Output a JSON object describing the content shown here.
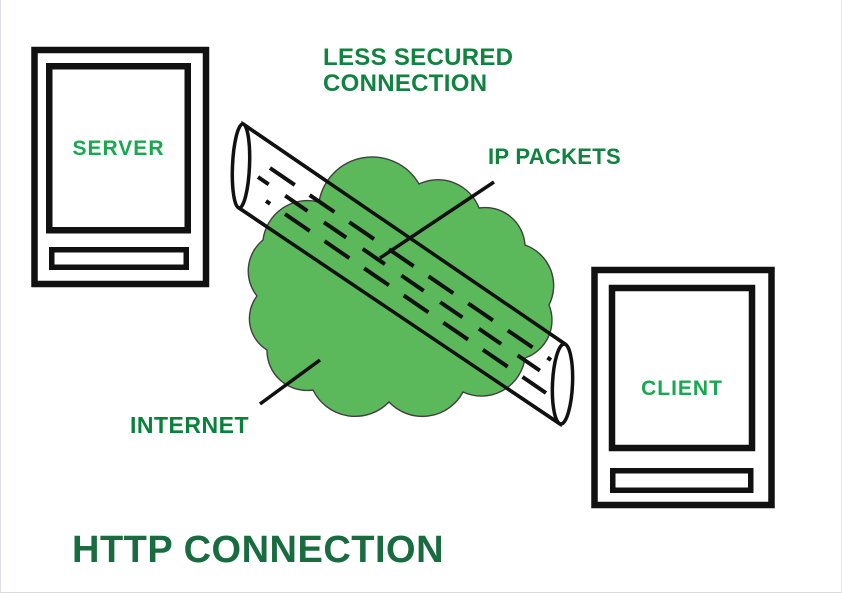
{
  "diagram": {
    "title": {
      "text": "HTTP CONNECTION",
      "color": "#186C3F"
    },
    "caption_less_secured": {
      "lines": [
        "LESS SECURED",
        "CONNECTION"
      ],
      "color": "#0F833F"
    },
    "label_ip_packets": {
      "text": "IP PACKETS",
      "color": "#0F833F"
    },
    "label_internet": {
      "text": "INTERNET",
      "color": "#08813B"
    },
    "server": {
      "label": "SERVER",
      "color": "#18A850"
    },
    "client": {
      "label": "CLIENT",
      "color": "#18A850"
    },
    "colors": {
      "background": "#FFFFFF",
      "cloud_fill": "#5BB95B",
      "cloud_stroke": "#3F3F3F",
      "outline": "#111111",
      "pipe_fill": "#FFFFFF"
    }
  }
}
